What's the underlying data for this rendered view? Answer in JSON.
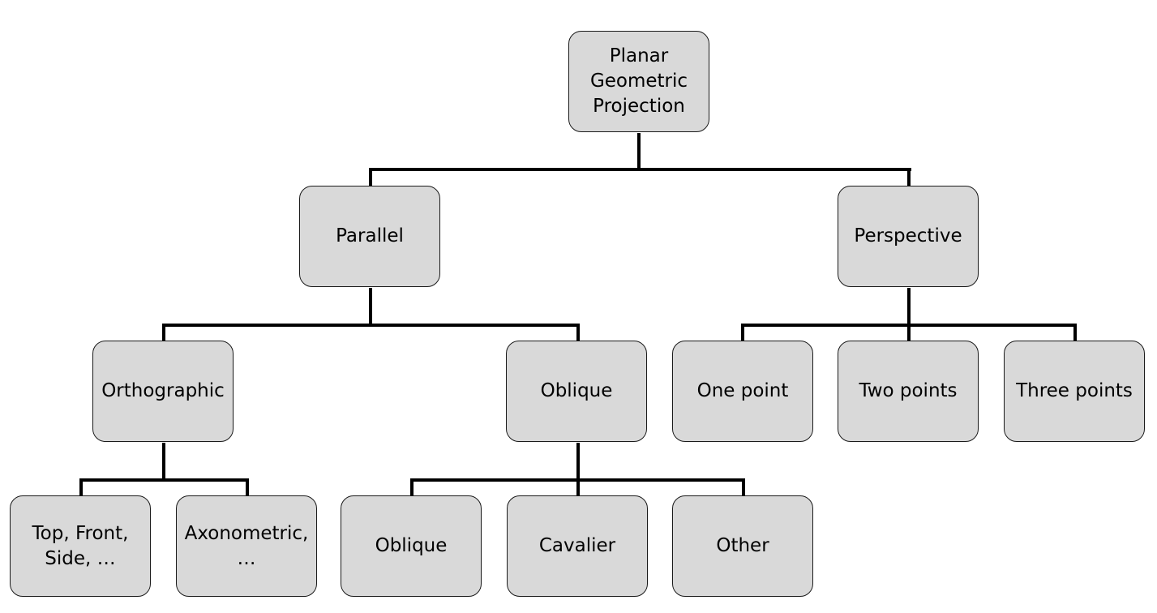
{
  "diagram": {
    "title": "Planar Geometric Projection taxonomy",
    "colors": {
      "node_fill": "#d9d9d9",
      "node_border": "#1a1a1a",
      "connector": "#000000",
      "text": "#000000"
    },
    "nodes": {
      "root": {
        "label": "Planar\nGeometric\nProjection"
      },
      "parallel": {
        "label": "Parallel"
      },
      "perspective": {
        "label": "Perspective"
      },
      "orthographic": {
        "label": "Orthographic"
      },
      "oblique_group": {
        "label": "Oblique"
      },
      "one_point": {
        "label": "One point"
      },
      "two_points": {
        "label": "Two points"
      },
      "three_points": {
        "label": "Three points"
      },
      "top_front_side": {
        "label": "Top, Front,\nSide, …"
      },
      "axonometric": {
        "label": "Axonometric,\n…"
      },
      "oblique_leaf": {
        "label": "Oblique"
      },
      "cavalier": {
        "label": "Cavalier"
      },
      "other": {
        "label": "Other"
      }
    },
    "edges": [
      [
        "root",
        "parallel"
      ],
      [
        "root",
        "perspective"
      ],
      [
        "parallel",
        "orthographic"
      ],
      [
        "parallel",
        "oblique_group"
      ],
      [
        "perspective",
        "one_point"
      ],
      [
        "perspective",
        "two_points"
      ],
      [
        "perspective",
        "three_points"
      ],
      [
        "orthographic",
        "top_front_side"
      ],
      [
        "orthographic",
        "axonometric"
      ],
      [
        "oblique_group",
        "oblique_leaf"
      ],
      [
        "oblique_group",
        "cavalier"
      ],
      [
        "oblique_group",
        "other"
      ]
    ]
  }
}
